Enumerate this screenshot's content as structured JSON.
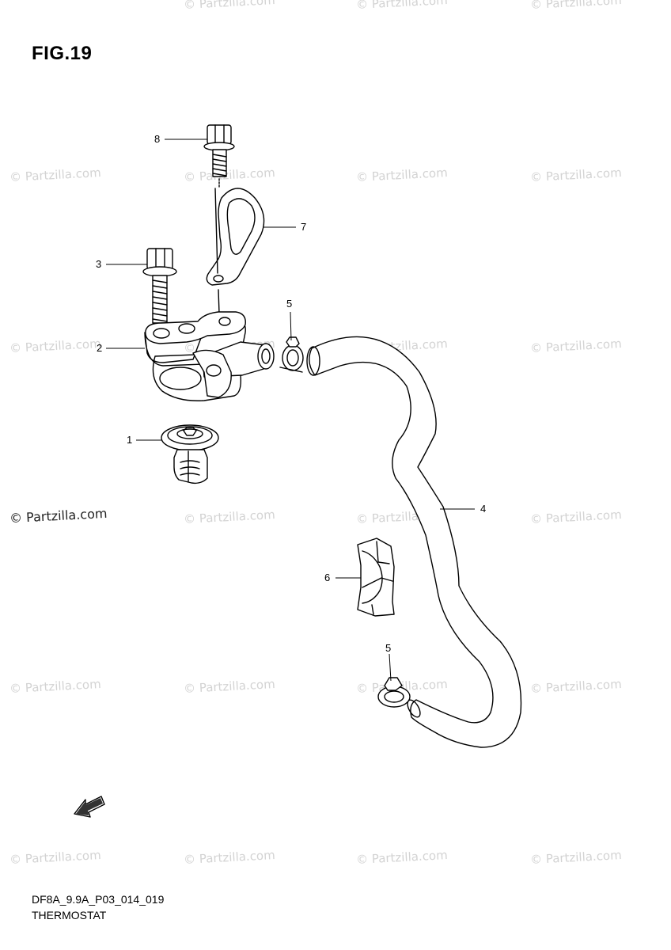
{
  "figure": {
    "title": "FIG.19"
  },
  "watermark": {
    "text": "© Partzilla.com"
  },
  "footer": {
    "code": "DF8A_9.9A_P03_014_019",
    "name": "THERMOSTAT"
  },
  "callouts": {
    "c1": "1",
    "c2": "2",
    "c3": "3",
    "c4": "4",
    "c5a": "5",
    "c5b": "5",
    "c6": "6",
    "c7": "7",
    "c8": "8"
  }
}
